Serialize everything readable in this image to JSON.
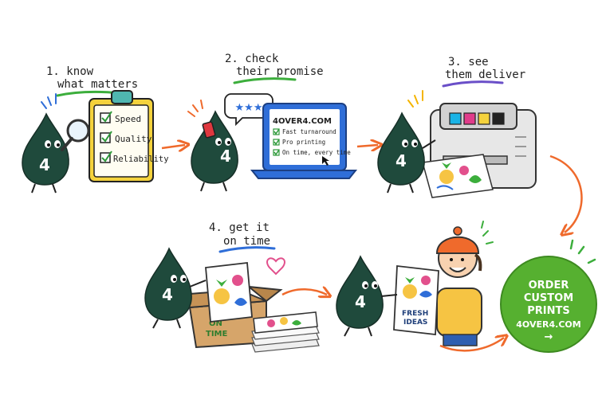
{
  "steps": [
    {
      "number": "1.",
      "line1": "know",
      "line2": "what matters"
    },
    {
      "number": "2.",
      "line1": "check",
      "line2": "their promise"
    },
    {
      "number": "3.",
      "line1": "see",
      "line2": "them deliver"
    },
    {
      "number": "4.",
      "line1": "get it",
      "line2": "on time"
    }
  ],
  "mascot_digit": "4",
  "clipboard_items": [
    "Speed",
    "Quality",
    "Reliability"
  ],
  "speech_bubble": "★★★",
  "laptop": {
    "brand": "4OVER4.COM",
    "items": [
      "Fast turnaround",
      "Pro printing",
      "On time, every time"
    ]
  },
  "box_label": [
    "ON",
    "TIME"
  ],
  "poster_text": [
    "FRESH",
    "IDEAS"
  ],
  "cta": {
    "lines": [
      "ORDER",
      "CUSTOM",
      "PRINTS"
    ],
    "site": "4OVER4.COM",
    "arrow": "→"
  },
  "colors": {
    "mascot": "#1f4a3c",
    "arrow": "#ef6a2c",
    "cta": "#56b030",
    "clipboard": "#f4d23c",
    "laptop": "#2f6ed8",
    "underline_green": "#3cae3c",
    "underline_blue": "#2f6ed8",
    "underline_orange": "#ef6a2c",
    "underline_violet": "#6a4fc8"
  }
}
